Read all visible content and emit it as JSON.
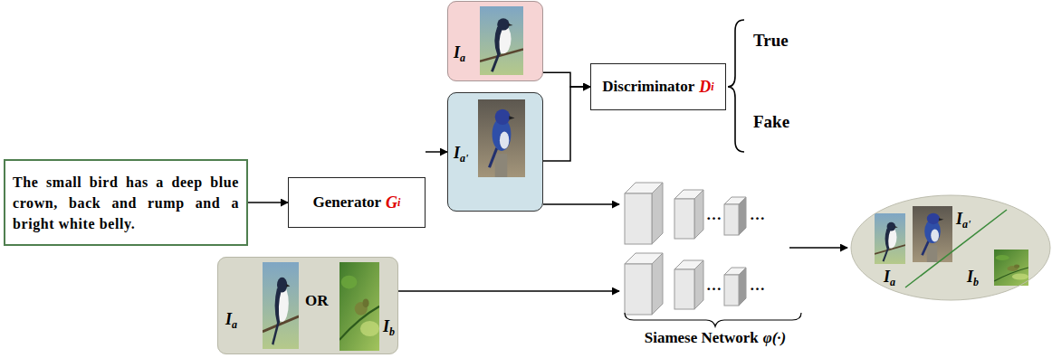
{
  "diagram": {
    "nodes": [
      {
        "text": [
          "The small bird has a deep blue crown, back and rump and a bright white belly."
        ]
      },
      {
        "text": [
          "Generator",
          "G",
          "i"
        ]
      },
      {
        "text": [
          "I",
          "a"
        ]
      },
      {
        "text": [
          "I",
          "a'"
        ]
      },
      {
        "text": [
          "Discriminator",
          "D",
          "i"
        ]
      },
      {
        "text": [
          "I",
          "a",
          "OR",
          "I",
          "b"
        ]
      },
      {
        "text": [
          "I",
          "a'",
          "I",
          "a",
          "I",
          "b"
        ]
      }
    ],
    "edges": [
      {
        "from": 0,
        "to": 1,
        "arrow": "to"
      },
      {
        "from": 1,
        "to": 3,
        "arrow": "to"
      },
      {
        "from": 2,
        "to": 4,
        "arrow": "to"
      },
      {
        "from": 3,
        "to": 4,
        "arrow": "to"
      }
    ],
    "labels": [
      "True",
      "Fake",
      "…",
      "…",
      "…",
      "…",
      "Siamese Network",
      "φ(·)"
    ]
  }
}
